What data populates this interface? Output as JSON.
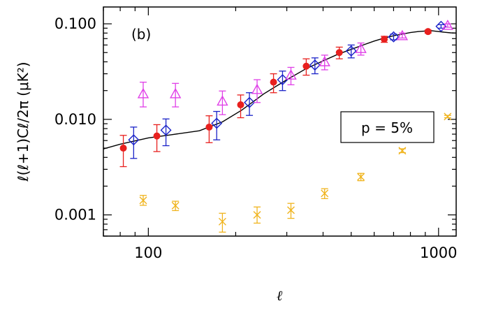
{
  "chart_data": {
    "type": "scatter",
    "title": "",
    "panel_label": "(b)",
    "xlabel": "ℓ",
    "ylabel": "ℓ(ℓ+1)Cℓ/2π  (μK²)",
    "xscale": "log",
    "yscale": "log",
    "xlim": [
      70,
      1150
    ],
    "ylim": [
      0.0006,
      0.15
    ],
    "x_tick_labels": [
      "100",
      "1000"
    ],
    "x_tick_values": [
      100,
      1000
    ],
    "y_tick_labels": [
      "0.001",
      "0.010",
      "0.100"
    ],
    "y_tick_values": [
      0.001,
      0.01,
      0.1
    ],
    "legend_text": "p = 5%",
    "legend_placement": "right",
    "model_curve": {
      "color": "#000000",
      "x": [
        70,
        80,
        100,
        120,
        150,
        180,
        210,
        250,
        300,
        350,
        400,
        450,
        500,
        550,
        600,
        650,
        700,
        750,
        800,
        850,
        900,
        950,
        1000,
        1050,
        1100,
        1150
      ],
      "y": [
        0.0049,
        0.0055,
        0.0064,
        0.0069,
        0.0076,
        0.0094,
        0.0125,
        0.0185,
        0.026,
        0.034,
        0.041,
        0.048,
        0.054,
        0.06,
        0.066,
        0.071,
        0.075,
        0.078,
        0.081,
        0.083,
        0.084,
        0.0845,
        0.083,
        0.0815,
        0.0805,
        0.08
      ]
    },
    "series": [
      {
        "marker": "filled-circle",
        "color": "#e8201e",
        "x": [
          82,
          107,
          162,
          208,
          270,
          350,
          455,
          650,
          920
        ],
        "y": [
          0.005,
          0.0067,
          0.0083,
          0.0142,
          0.0245,
          0.036,
          0.05,
          0.069,
          0.083
        ],
        "err_low": [
          0.0032,
          0.0046,
          0.0057,
          0.0104,
          0.019,
          0.029,
          0.043,
          0.064,
          0.08
        ],
        "err_high": [
          0.0068,
          0.0088,
          0.0109,
          0.018,
          0.03,
          0.043,
          0.057,
          0.074,
          0.086
        ]
      },
      {
        "marker": "open-diamond",
        "color": "#1a22c8",
        "x": [
          89,
          115,
          172,
          223,
          290,
          375,
          500,
          700,
          1020
        ],
        "y": [
          0.0061,
          0.0077,
          0.0091,
          0.015,
          0.026,
          0.037,
          0.052,
          0.073,
          0.094
        ],
        "err_low": [
          0.0039,
          0.0053,
          0.0061,
          0.011,
          0.02,
          0.03,
          0.044,
          0.068,
          0.09
        ],
        "err_high": [
          0.0083,
          0.0101,
          0.0121,
          0.019,
          0.032,
          0.044,
          0.06,
          0.078,
          0.098
        ]
      },
      {
        "marker": "open-triangle",
        "color": "#e040e8",
        "x": [
          96,
          124,
          180,
          237,
          310,
          405,
          540,
          750,
          1075
        ],
        "y": [
          0.0185,
          0.0185,
          0.0155,
          0.0205,
          0.029,
          0.04,
          0.055,
          0.075,
          0.096
        ],
        "err_low": [
          0.0135,
          0.0135,
          0.0112,
          0.015,
          0.023,
          0.033,
          0.047,
          0.071,
          0.092
        ],
        "err_high": [
          0.0245,
          0.0238,
          0.0198,
          0.026,
          0.035,
          0.047,
          0.063,
          0.08,
          0.1
        ]
      },
      {
        "marker": "x-cross",
        "color": "#f0b41e",
        "x": [
          96,
          124,
          180,
          237,
          310,
          405,
          540,
          750,
          1075
        ],
        "y": [
          0.00142,
          0.00125,
          0.00085,
          0.001,
          0.00112,
          0.00168,
          0.0025,
          0.0047,
          0.0107
        ],
        "err_low": [
          0.00126,
          0.00111,
          0.00066,
          0.00082,
          0.00092,
          0.00148,
          0.00228,
          0.00448,
          0.0104
        ],
        "err_high": [
          0.0016,
          0.00139,
          0.00104,
          0.00121,
          0.00132,
          0.00188,
          0.00272,
          0.00492,
          0.011
        ]
      }
    ]
  }
}
